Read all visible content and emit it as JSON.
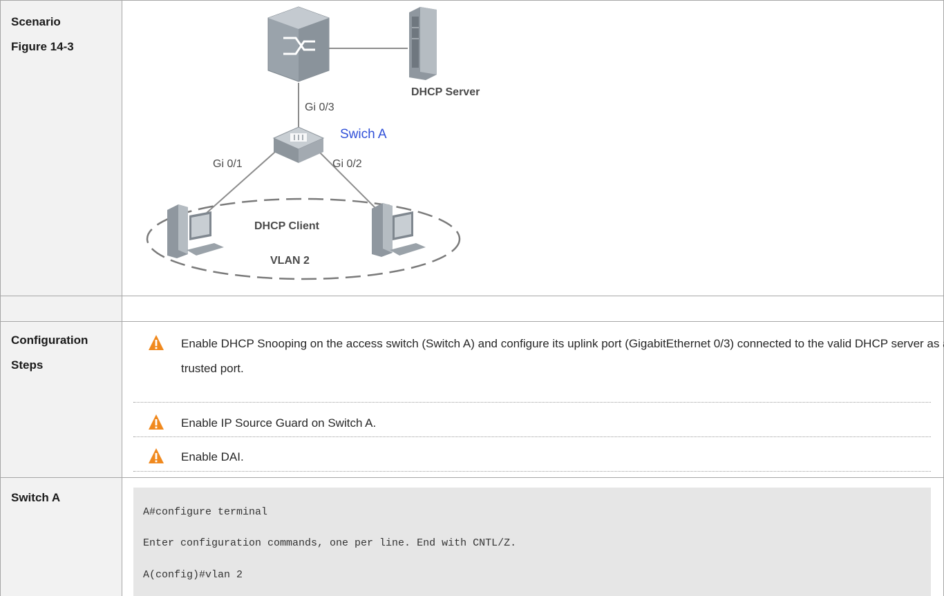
{
  "rows": {
    "scenario": {
      "labels": [
        "Scenario",
        "Figure 14-3"
      ],
      "figure": {
        "server_label": "DHCP Server",
        "switch_label": "Swich A",
        "uplink_port": "Gi 0/3",
        "port_left": "Gi 0/1",
        "port_right": "Gi 0/2",
        "client_label": "DHCP Client",
        "vlan_label": "VLAN 2"
      }
    },
    "configuration": {
      "labels": [
        "Configuration",
        "Steps"
      ],
      "steps": [
        "Enable DHCP Snooping on the access switch (Switch A) and configure its uplink port (GigabitEthernet 0/3) connected to the valid DHCP server as a trusted port.",
        "Enable IP Source Guard on Switch A.",
        "Enable DAI."
      ],
      "step_icon": "warning-icon",
      "warning_color": "#f0891e"
    },
    "switch_a": {
      "label": "Switch A",
      "code": [
        "A#configure terminal",
        "Enter configuration commands, one per line.  End with CNTL/Z.",
        "A(config)#vlan 2"
      ]
    }
  }
}
